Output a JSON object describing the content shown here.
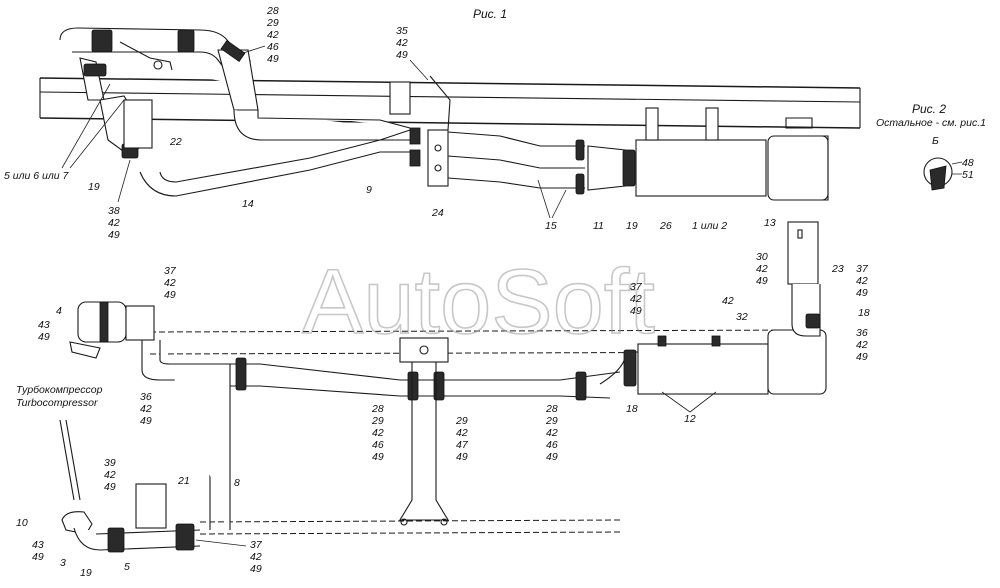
{
  "captions": {
    "fig1": "Рис. 1",
    "fig2_title": "Рис. 2",
    "fig2_subtitle": "Остальное - см. рис.1",
    "view_b": "Б"
  },
  "watermark": "AutoSoft",
  "turbo": {
    "ru": "Турбокомпрессор",
    "en": "Turbocompressor"
  },
  "labels": {
    "t28_29_42_46_49": [
      "28",
      "29",
      "42",
      "46",
      "49"
    ],
    "t35_42_49": [
      "35",
      "42",
      "49"
    ],
    "l22": "22",
    "l5or6or7": "5 или 6 или 7",
    "l19a": "19",
    "l38_42_49": [
      "38",
      "42",
      "49"
    ],
    "l14": "14",
    "l9": "9",
    "l24": "24",
    "l15": "15",
    "l11": "11",
    "l19b": "19",
    "l26": "26",
    "l1or2": "1 или 2",
    "fig2_parts": [
      "48",
      "51"
    ],
    "l13": "13",
    "l30_42_49": [
      "30",
      "42",
      "49"
    ],
    "l23": "23",
    "l37_42_49_right": [
      "37",
      "42",
      "49"
    ],
    "l18_right": "18",
    "l36_42_49_right": [
      "36",
      "42",
      "49"
    ],
    "l37_42_49_top": [
      "37",
      "42",
      "49"
    ],
    "l4": "4",
    "l43_49_a": [
      "43",
      "49"
    ],
    "l36_42_49_left": [
      "36",
      "42",
      "49"
    ],
    "l28_29_42_46_49_b": [
      "28",
      "29",
      "42",
      "46",
      "49"
    ],
    "l29_42_47_49": [
      "29",
      "42",
      "47",
      "49"
    ],
    "l28_29_42_46_49_c": [
      "28",
      "29",
      "42",
      "46",
      "49"
    ],
    "l37_42_49_mid": [
      "37",
      "42",
      "49"
    ],
    "l42": "42",
    "l32": "32",
    "l18_mid": "18",
    "l12": "12",
    "l39_42_49": [
      "39",
      "42",
      "49"
    ],
    "l21": "21",
    "l8": "8",
    "l10": "10",
    "l43_49_b": [
      "43",
      "49"
    ],
    "l3": "3",
    "l19c": "19",
    "l5": "5",
    "l37_42_49_bottom": [
      "37",
      "42",
      "49"
    ]
  }
}
